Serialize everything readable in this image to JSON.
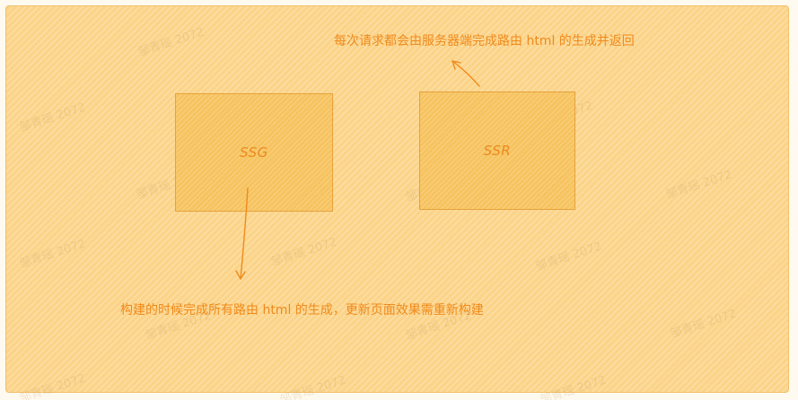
{
  "diagram": {
    "nodes": [
      {
        "id": "ssg",
        "label": "SSG"
      },
      {
        "id": "ssr",
        "label": "SSR"
      }
    ],
    "annotations": {
      "ssr": "每次请求都会由服务器端完成路由 html 的生成并返回",
      "ssg": "构建的时候完成所有路由 html 的生成，更新页面效果需重新构建"
    },
    "watermark": "邹青瑶 2072"
  },
  "colors": {
    "background": "#fbd48a",
    "box_fill": "#f6c35f",
    "box_border": "#e7a23d",
    "text": "#f08a1b"
  }
}
